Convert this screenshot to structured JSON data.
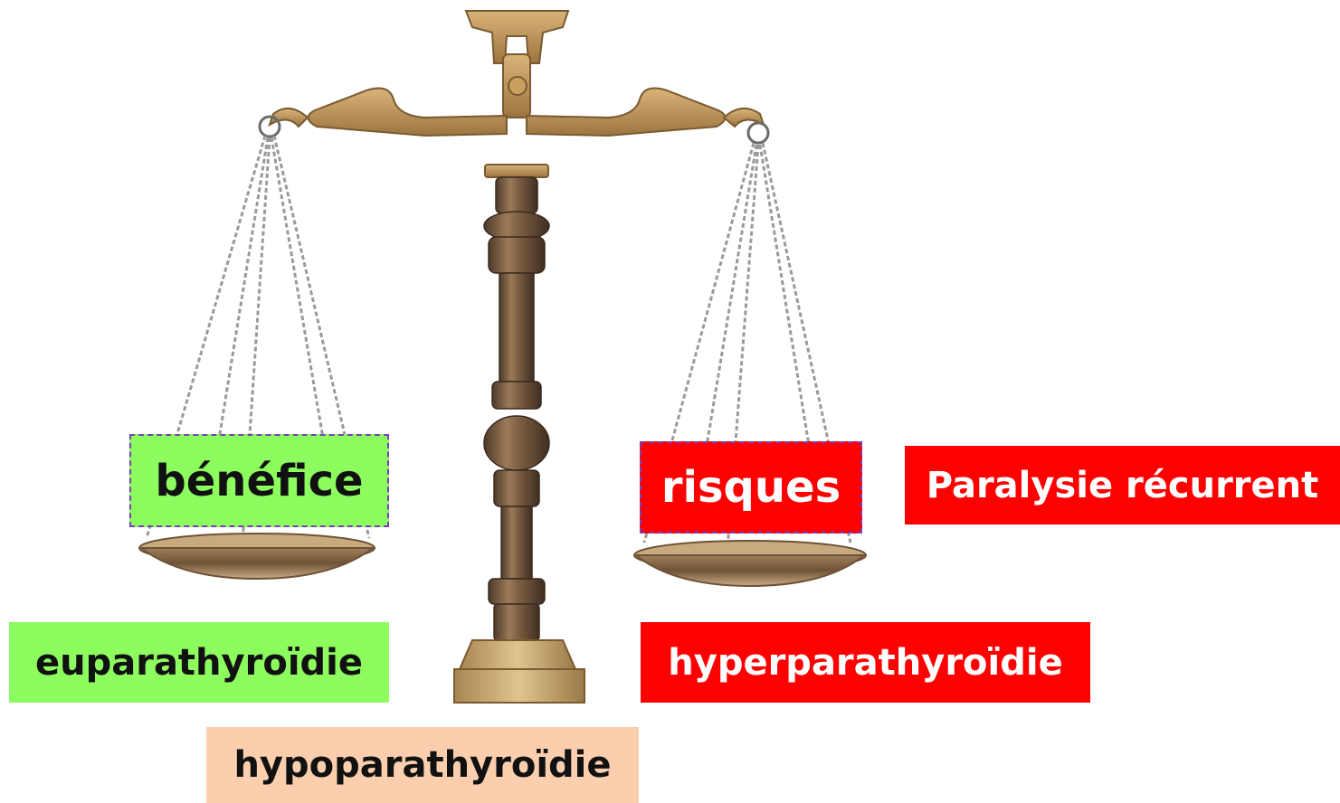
{
  "labels": {
    "benefice": "bénéfice",
    "risques": "risques",
    "paralysie": "Paralysie récurrent",
    "euparathyroidie": "euparathyroïdie",
    "hyperparathyroidie": "hyperparathyroïdie",
    "hypoparathyroidie": "hypoparathyroïdie"
  },
  "colors": {
    "green": "#8cfc5e",
    "red": "#fe0000",
    "peach": "#fbcfae",
    "brass": "#b88a4a",
    "bronze": "#7a5a3c"
  }
}
